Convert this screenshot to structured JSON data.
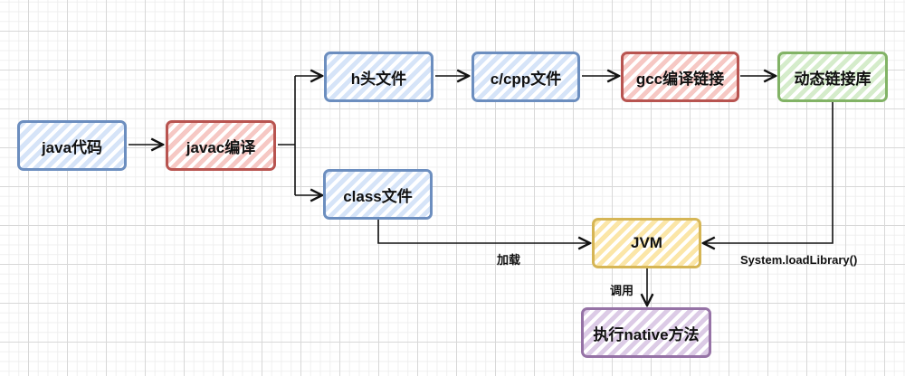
{
  "nodes": {
    "java_source": "java代码",
    "javac": "javac编译",
    "h_file": "h头文件",
    "cpp_file": "c/cpp文件",
    "gcc": "gcc编译链接",
    "dynlib": "动态链接库",
    "class_file": "class文件",
    "jvm": "JVM",
    "native": "执行native方法"
  },
  "edge_labels": {
    "load": "加载",
    "load_library": "System.loadLibrary()",
    "invoke": "调用"
  },
  "colors": {
    "blue": "#6c8ebf",
    "red": "#b85450",
    "green": "#82b366",
    "yellow": "#d6b656",
    "purple": "#9673a6"
  }
}
